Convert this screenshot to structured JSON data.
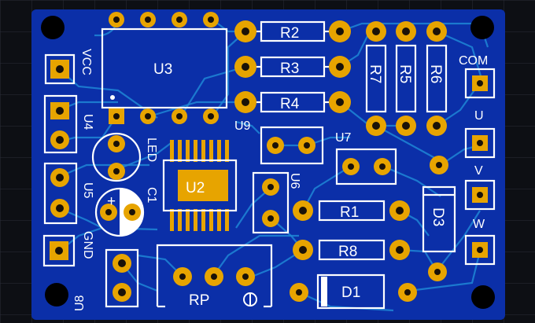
{
  "board": {
    "colors": {
      "background": "#0d0f14",
      "board": "#0b2fa8",
      "trace": "#1e86d6",
      "pad": "#e7a400",
      "silkscreen": "#ffffff"
    }
  },
  "labels": {
    "u3": "U3",
    "u2": "U2",
    "u4": "U4",
    "u5": "U5",
    "u6": "U6",
    "u7": "U7",
    "u8": "U8",
    "u9": "U9",
    "r1": "R1",
    "r2": "R2",
    "r3": "R3",
    "r4": "R4",
    "r5": "R5",
    "r6": "R6",
    "r7": "R7",
    "r8": "R8",
    "c1": "C1",
    "led": "LED",
    "d1": "D1",
    "d3": "D3",
    "rp": "RP",
    "vcc": "VCC",
    "gnd": "GND",
    "com": "COM",
    "u": "U",
    "v": "V",
    "w": "W",
    "plus": "+"
  }
}
